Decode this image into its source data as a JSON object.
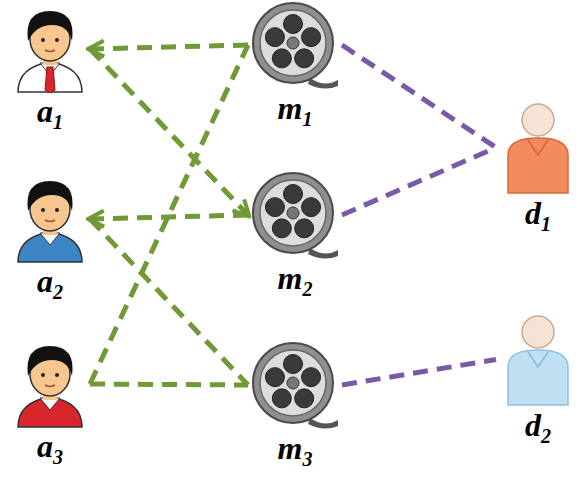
{
  "diagram": {
    "nodes": [
      {
        "text": [
          "a1"
        ]
      },
      {
        "text": [
          "a2"
        ]
      },
      {
        "text": [
          "a3"
        ]
      },
      {
        "text": [
          "m1"
        ]
      },
      {
        "text": [
          "m2"
        ]
      },
      {
        "text": [
          "m3"
        ]
      },
      {
        "text": [
          "d1"
        ]
      },
      {
        "text": [
          "d2"
        ]
      }
    ],
    "edges": [
      {
        "from": 3,
        "to": 0,
        "arrow": "to"
      },
      {
        "from": 0,
        "to": 4,
        "arrow": "to"
      },
      {
        "from": 4,
        "to": 1,
        "arrow": "to"
      },
      {
        "from": 1,
        "to": 5,
        "arrow": "none"
      },
      {
        "from": 2,
        "to": 3,
        "arrow": "none"
      },
      {
        "from": 2,
        "to": 5,
        "arrow": "none"
      },
      {
        "from": 3,
        "to": 6,
        "arrow": "none"
      },
      {
        "from": 4,
        "to": 6,
        "arrow": "none"
      },
      {
        "from": 5,
        "to": 7,
        "arrow": "none"
      }
    ]
  }
}
